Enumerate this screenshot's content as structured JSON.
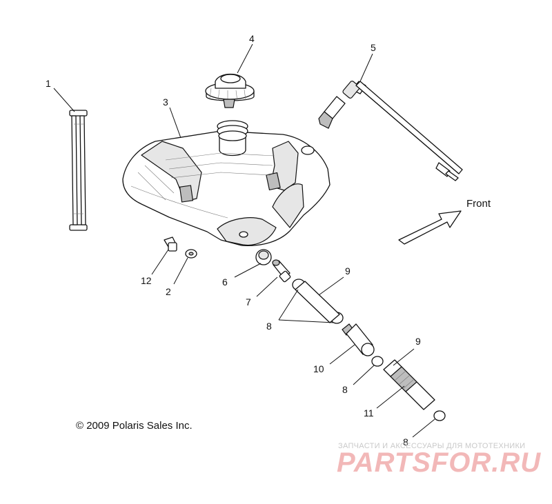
{
  "callouts": {
    "c1": "1",
    "c2": "2",
    "c3": "3",
    "c4": "4",
    "c5": "5",
    "c6": "6",
    "c7": "7",
    "c8a": "8",
    "c8b": "8",
    "c8c": "8",
    "c9a": "9",
    "c9b": "9",
    "c10": "10",
    "c11": "11",
    "c12": "12"
  },
  "front_label": "Front",
  "copyright": "© 2009 Polaris Sales Inc.",
  "watermark": {
    "tagline": "ЗАПЧАСТИ И АКСЕССУАРЫ ДЛЯ МОТОТЕХНИКИ",
    "logo": "PARTSFOR.RU"
  }
}
